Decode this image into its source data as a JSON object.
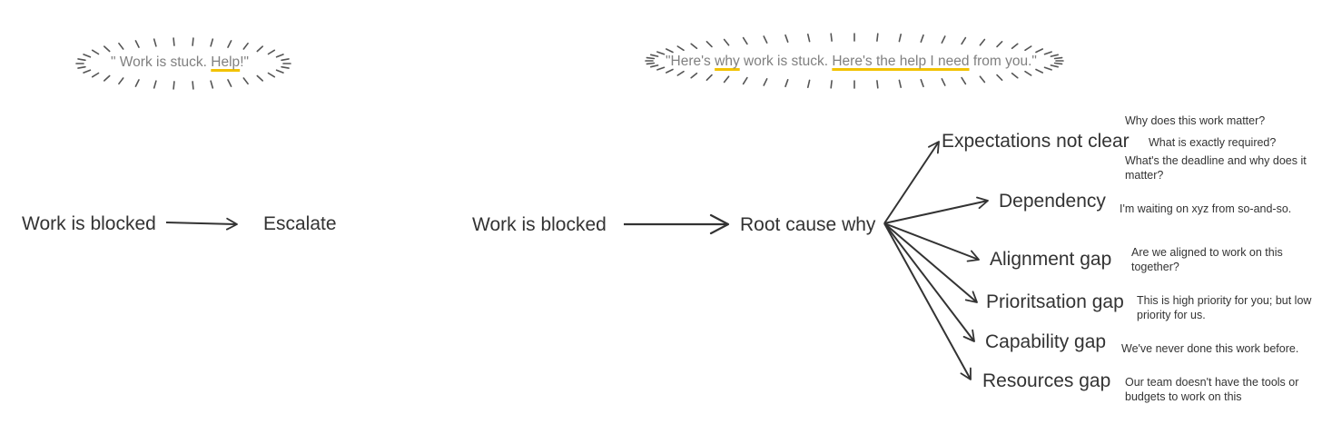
{
  "quote_left": {
    "before": "\" Work is stuck. ",
    "highlight": "Help",
    "after": "!\""
  },
  "quote_right": {
    "open": "\"Here's ",
    "highlight_1": "why",
    "middle": " work is stuck. ",
    "highlight_2": "Here's the help I need",
    "close": " from you.\""
  },
  "flow_left": {
    "start": "Work is blocked",
    "end": "Escalate"
  },
  "flow_right": {
    "start": "Work is blocked",
    "middle": "Root cause why"
  },
  "branches": [
    {
      "label": "Expectations not clear",
      "notes": [
        "Why does this work matter?",
        "What is exactly required?",
        "What's the deadline and why does it",
        "matter?"
      ]
    },
    {
      "label": "Dependency",
      "notes": [
        "I'm waiting on xyz from so-and-so."
      ]
    },
    {
      "label": "Alignment gap",
      "notes": [
        "Are we aligned to work on this",
        "together?"
      ]
    },
    {
      "label": "Prioritsation gap",
      "notes": [
        "This is high priority for you; but low",
        "priority for us."
      ]
    },
    {
      "label": "Capability gap",
      "notes": [
        "We've never done this work before."
      ]
    },
    {
      "label": "Resources gap",
      "notes": [
        "Our team doesn't have the tools or",
        "budgets to work on this"
      ]
    }
  ],
  "colors": {
    "text": "#333333",
    "quote_text": "#808080",
    "highlight": "#f2c200",
    "stroke": "#333333",
    "sparkle": "#555555"
  }
}
